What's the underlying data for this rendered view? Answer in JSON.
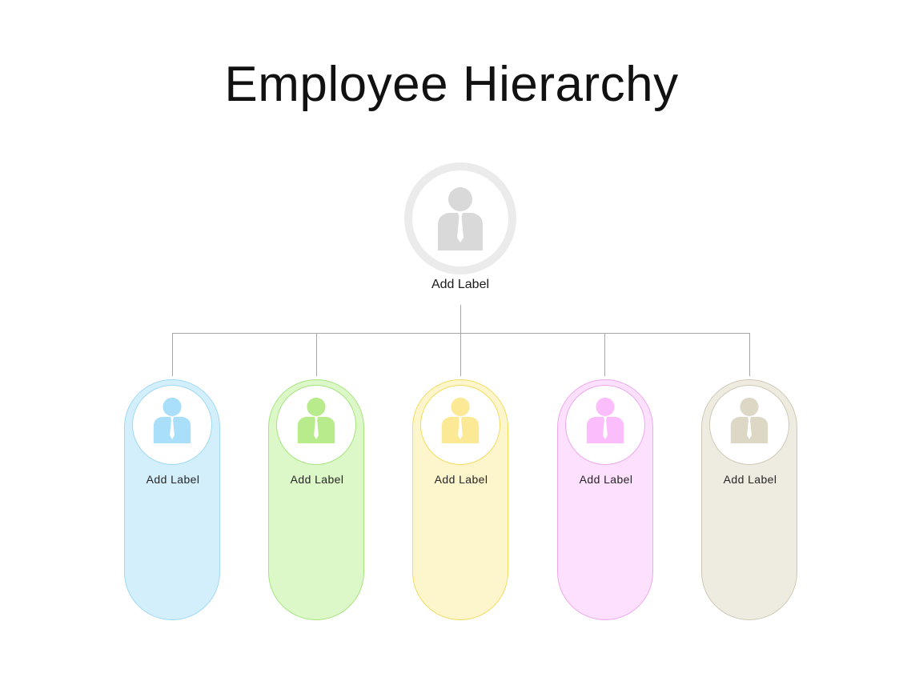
{
  "title": "Employee Hierarchy",
  "root": {
    "label": "Add Label",
    "icon": "person-icon",
    "color": "#d9d9d9",
    "ring_color": "#ebebeb"
  },
  "children": [
    {
      "label": "Add Label",
      "icon": "person-icon",
      "fill": "#d3effc",
      "border": "#9fd9f3",
      "icon_color": "#a9dff8"
    },
    {
      "label": "Add Label",
      "icon": "person-icon",
      "fill": "#dcf7c8",
      "border": "#a6e57e",
      "icon_color": "#b7eb8c"
    },
    {
      "label": "Add Label",
      "icon": "person-icon",
      "fill": "#fdf6cc",
      "border": "#f2dc5c",
      "icon_color": "#fbe995"
    },
    {
      "label": "Add Label",
      "icon": "person-icon",
      "fill": "#fde0fd",
      "border": "#eea8ee",
      "icon_color": "#fbbdfb"
    },
    {
      "label": "Add Label",
      "icon": "person-icon",
      "fill": "#eeebe0",
      "border": "#cfc9b4",
      "icon_color": "#ddd8c6"
    }
  ]
}
